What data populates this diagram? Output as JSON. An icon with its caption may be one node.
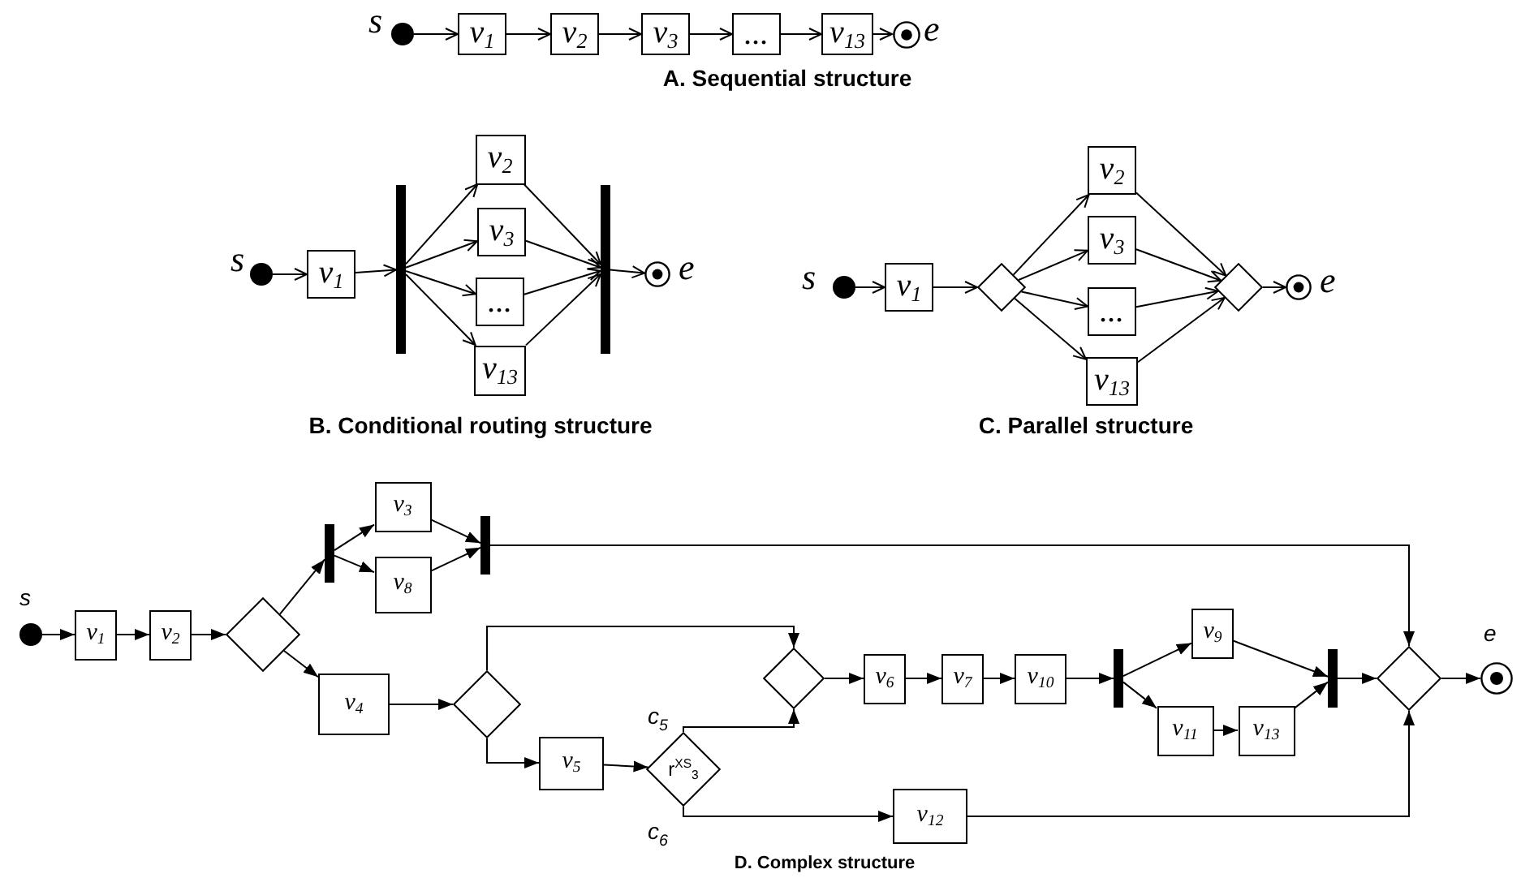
{
  "diagram": {
    "nodes": [
      {
        "text": [],
        "shape": "dot",
        "beside": [
          "s"
        ]
      },
      {
        "text": [
          "v$_{1}$"
        ]
      },
      {
        "text": [
          "v$_{2}$"
        ]
      },
      {
        "text": [
          "v$_{3}$"
        ]
      },
      {
        "text": [
          "..."
        ]
      },
      {
        "text": [
          "v$_{13}$"
        ]
      },
      {
        "text": [],
        "shape": "target",
        "beside": [
          "e"
        ]
      },
      {
        "text": [],
        "shape": "dot",
        "beside": [
          "s"
        ]
      },
      {
        "text": [
          "v$_{1}$"
        ]
      },
      {
        "text": [],
        "shape": "bar"
      },
      {
        "text": [
          "v$_{2}$"
        ]
      },
      {
        "text": [
          "v$_{3}$"
        ]
      },
      {
        "text": [
          "..."
        ]
      },
      {
        "text": [
          "v$_{13}$"
        ]
      },
      {
        "text": [],
        "shape": "bar"
      },
      {
        "text": [],
        "shape": "target",
        "beside": [
          "e"
        ]
      },
      {
        "text": [],
        "shape": "dot",
        "beside": [
          "s"
        ]
      },
      {
        "text": [
          "v$_{1}$"
        ]
      },
      {
        "text": [],
        "shape": "diamond"
      },
      {
        "text": [
          "v$_{2}$"
        ]
      },
      {
        "text": [
          "v$_{3}$"
        ]
      },
      {
        "text": [
          "..."
        ]
      },
      {
        "text": [
          "v$_{13}$"
        ]
      },
      {
        "text": [],
        "shape": "diamond"
      },
      {
        "text": [],
        "shape": "target",
        "beside": [
          "e"
        ]
      },
      {
        "text": [],
        "shape": "dot",
        "beside": [
          "s"
        ]
      },
      {
        "text": [
          "v$_{1}$"
        ]
      },
      {
        "text": [
          "v$_{2}$"
        ]
      },
      {
        "text": [],
        "shape": "diamond"
      },
      {
        "text": [],
        "shape": "bar"
      },
      {
        "text": [
          "v$_{3}$"
        ]
      },
      {
        "text": [
          "v$_{8}$"
        ]
      },
      {
        "text": [],
        "shape": "bar"
      },
      {
        "text": [
          "v$_{4}$"
        ]
      },
      {
        "text": [],
        "shape": "diamond"
      },
      {
        "text": [
          "v$_{5}$"
        ]
      },
      {
        "text": [
          "r$^{XS}$$_{3}$"
        ]
      },
      {
        "text": [],
        "shape": "diamond"
      },
      {
        "text": [
          "v$_{6}$"
        ]
      },
      {
        "text": [
          "v$_{7}$"
        ]
      },
      {
        "text": [
          "v$_{10}$"
        ]
      },
      {
        "text": [],
        "shape": "bar"
      },
      {
        "text": [
          "v$_{9}$"
        ]
      },
      {
        "text": [
          "v$_{11}$"
        ]
      },
      {
        "text": [
          "v$_{13}$"
        ]
      },
      {
        "text": [],
        "shape": "bar"
      },
      {
        "text": [
          "v$_{12}$"
        ]
      },
      {
        "text": [],
        "shape": "diamond"
      },
      {
        "text": [],
        "shape": "target",
        "beside": [
          "e"
        ]
      }
    ],
    "edges": [
      {
        "from": 0,
        "to": 1,
        "arrow": "to"
      },
      {
        "from": 1,
        "to": 2,
        "arrow": "to"
      },
      {
        "from": 2,
        "to": 3,
        "arrow": "to"
      },
      {
        "from": 3,
        "to": 4,
        "arrow": "to"
      },
      {
        "from": 4,
        "to": 5,
        "arrow": "to"
      },
      {
        "from": 5,
        "to": 6,
        "arrow": "to"
      },
      {
        "from": 7,
        "to": 8,
        "arrow": "to"
      },
      {
        "from": 8,
        "to": 9,
        "arrow": "to"
      },
      {
        "from": 9,
        "to": 10,
        "arrow": "to"
      },
      {
        "from": 9,
        "to": 11,
        "arrow": "to"
      },
      {
        "from": 9,
        "to": 12,
        "arrow": "to"
      },
      {
        "from": 9,
        "to": 13,
        "arrow": "to"
      },
      {
        "from": 10,
        "to": 14,
        "arrow": "to"
      },
      {
        "from": 11,
        "to": 14,
        "arrow": "to"
      },
      {
        "from": 12,
        "to": 14,
        "arrow": "to"
      },
      {
        "from": 13,
        "to": 14,
        "arrow": "to"
      },
      {
        "from": 14,
        "to": 15,
        "arrow": "to"
      },
      {
        "from": 16,
        "to": 17,
        "arrow": "to"
      },
      {
        "from": 17,
        "to": 18,
        "arrow": "to"
      },
      {
        "from": 18,
        "to": 19,
        "arrow": "to"
      },
      {
        "from": 18,
        "to": 20,
        "arrow": "to"
      },
      {
        "from": 18,
        "to": 21,
        "arrow": "to"
      },
      {
        "from": 18,
        "to": 22,
        "arrow": "to"
      },
      {
        "from": 19,
        "to": 23,
        "arrow": "to"
      },
      {
        "from": 20,
        "to": 23,
        "arrow": "to"
      },
      {
        "from": 21,
        "to": 23,
        "arrow": "to"
      },
      {
        "from": 22,
        "to": 23,
        "arrow": "to"
      },
      {
        "from": 23,
        "to": 24,
        "arrow": "to"
      },
      {
        "from": 25,
        "to": 26,
        "arrow": "to"
      },
      {
        "from": 26,
        "to": 27,
        "arrow": "to"
      },
      {
        "from": 27,
        "to": 28,
        "arrow": "to"
      },
      {
        "from": 28,
        "to": 29,
        "arrow": "to"
      },
      {
        "from": 28,
        "to": 33,
        "arrow": "to"
      },
      {
        "from": 29,
        "to": 30,
        "arrow": "to"
      },
      {
        "from": 29,
        "to": 31,
        "arrow": "to"
      },
      {
        "from": 30,
        "to": 32,
        "arrow": "to"
      },
      {
        "from": 31,
        "to": 32,
        "arrow": "to"
      },
      {
        "from": 32,
        "to": 47,
        "arrow": "to"
      },
      {
        "from": 33,
        "to": 34,
        "arrow": "to"
      },
      {
        "from": 34,
        "to": 37,
        "arrow": "to"
      },
      {
        "from": 34,
        "to": 35,
        "arrow": "to"
      },
      {
        "from": 35,
        "to": 36,
        "arrow": "to"
      },
      {
        "from": 36,
        "to": 37,
        "arrow": "to",
        "label": "c$_{5}$"
      },
      {
        "from": 36,
        "to": 46,
        "arrow": "to",
        "label": "c$_{6}$"
      },
      {
        "from": 37,
        "to": 38,
        "arrow": "to"
      },
      {
        "from": 38,
        "to": 39,
        "arrow": "to"
      },
      {
        "from": 39,
        "to": 40,
        "arrow": "to"
      },
      {
        "from": 40,
        "to": 41,
        "arrow": "to"
      },
      {
        "from": 41,
        "to": 42,
        "arrow": "to"
      },
      {
        "from": 41,
        "to": 43,
        "arrow": "to"
      },
      {
        "from": 43,
        "to": 44,
        "arrow": "to"
      },
      {
        "from": 42,
        "to": 45,
        "arrow": "to"
      },
      {
        "from": 44,
        "to": 45,
        "arrow": "to"
      },
      {
        "from": 45,
        "to": 47,
        "arrow": "to"
      },
      {
        "from": 46,
        "to": 47,
        "arrow": "to"
      },
      {
        "from": 47,
        "to": 48,
        "arrow": "to"
      }
    ],
    "labels": [
      "A. Sequential structure",
      "B. Conditional routing structure",
      "C. Parallel structure",
      "D. Complex structure"
    ]
  }
}
